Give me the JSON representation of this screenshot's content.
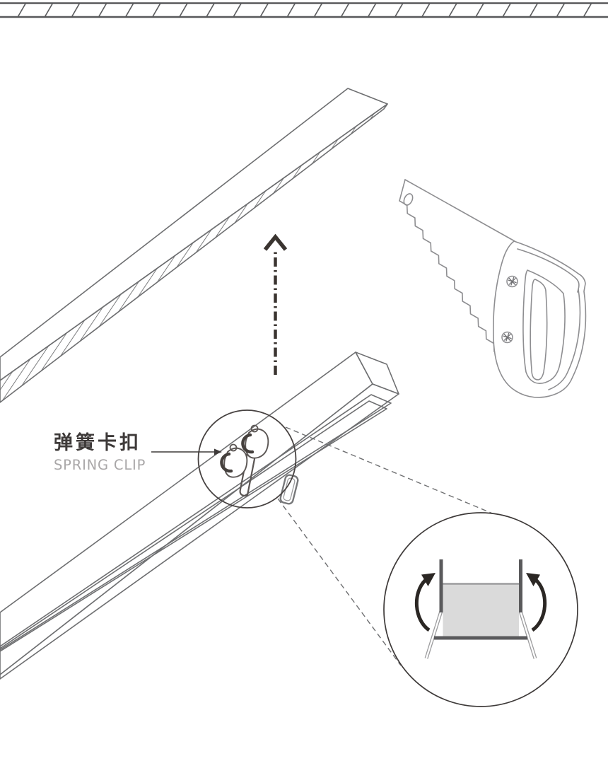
{
  "diagram": {
    "labels": {
      "spring_clip_zh": "弹簧卡扣",
      "spring_clip_en": "SPRING CLIP"
    },
    "colors": {
      "ceiling_hatch": "#58595b",
      "profile_outline": "#6e6f71",
      "saw_outline": "#8e8e91",
      "direction_arrow": "#3a3430",
      "label_zh": "#3e3a39",
      "label_en": "#a9a7a8",
      "callout_circle": "#474241",
      "detail_circle": "#3e3a39",
      "spring_clip": "#5b5654",
      "cross_section_dark": "#5a5a5c",
      "cross_section_fill": "#dadada",
      "rotation_arrow": "#2b2724"
    },
    "elements": [
      "ceiling-hatch-band",
      "lifted-profile-bar",
      "handsaw",
      "insert-direction-arrow",
      "recessed-channel-profile",
      "spring-clip",
      "spring-clip-callout",
      "zoom-projection-lines",
      "cross-section-detail"
    ]
  }
}
